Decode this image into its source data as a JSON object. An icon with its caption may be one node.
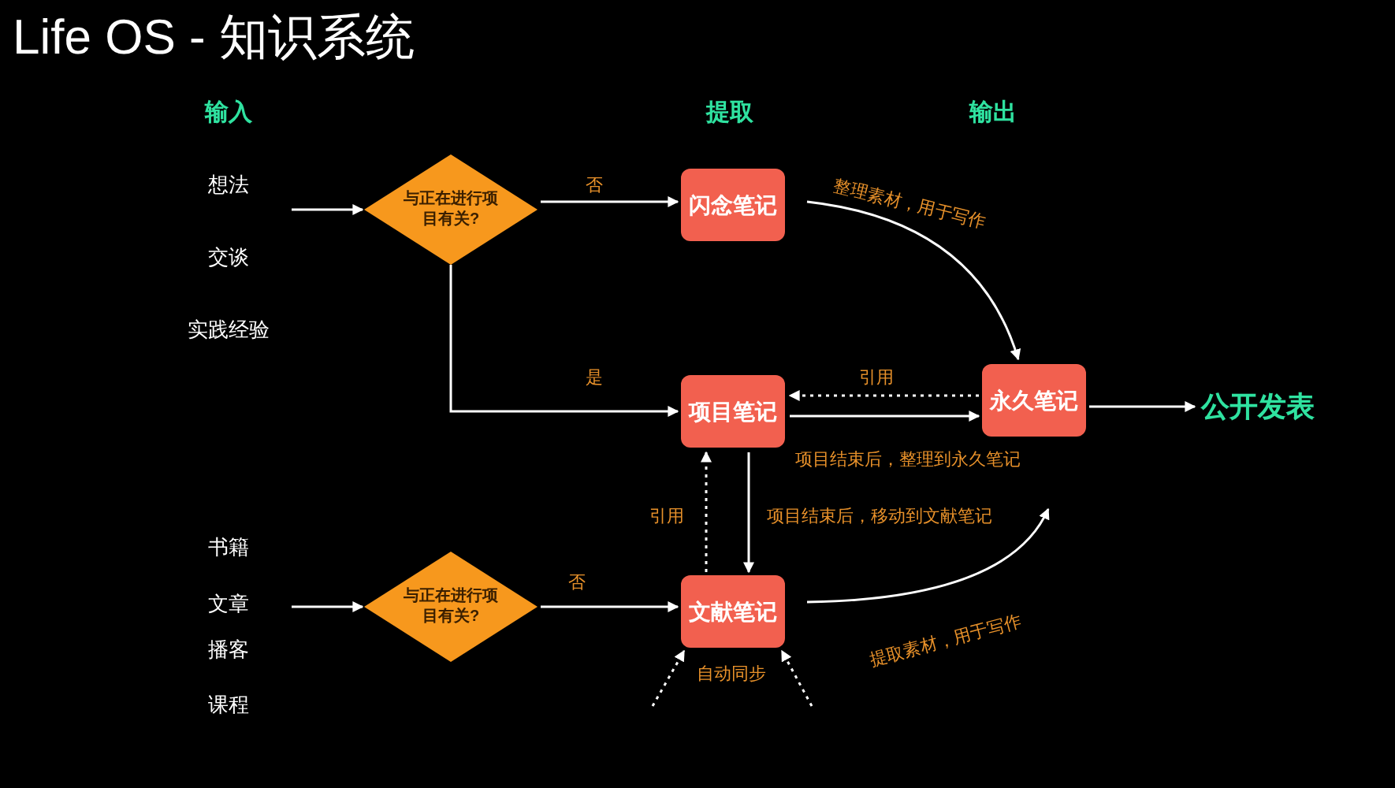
{
  "diagram": {
    "title": "Life OS - 知识系统",
    "nodes": [
      {
        "text": [
          "与正在进行项目有关?"
        ]
      },
      {
        "text": [
          "闪念笔记"
        ]
      },
      {
        "text": [
          "项目笔记"
        ]
      },
      {
        "text": [
          "永久笔记"
        ]
      },
      {
        "text": [
          "公开发表"
        ]
      },
      {
        "text": [
          "与正在进行项目有关?"
        ]
      },
      {
        "text": [
          "文献笔记"
        ]
      }
    ],
    "edges": [
      {
        "from": null,
        "to": 0,
        "arrow": "to"
      },
      {
        "from": 0,
        "to": 1,
        "arrow": "to",
        "label": "否"
      },
      {
        "from": 0,
        "to": 2,
        "arrow": "to",
        "label": "是"
      },
      {
        "from": 1,
        "to": 3,
        "arrow": "to",
        "label": "整理素材，用于写作"
      },
      {
        "from": 3,
        "to": 2,
        "arrow": "to",
        "label": "引用",
        "style": "dashed"
      },
      {
        "from": 2,
        "to": 3,
        "arrow": "to",
        "label": "项目结束后，整理到永久笔记"
      },
      {
        "from": 3,
        "to": 4,
        "arrow": "to"
      },
      {
        "from": null,
        "to": 5,
        "arrow": "to"
      },
      {
        "from": 5,
        "to": 6,
        "arrow": "to",
        "label": "否"
      },
      {
        "from": 6,
        "to": 2,
        "arrow": "to",
        "label": "引用",
        "style": "dashed"
      },
      {
        "from": 2,
        "to": 6,
        "arrow": "to",
        "label": "项目结束后，移动到文献笔记"
      },
      {
        "from": 6,
        "to": null,
        "arrow": "to",
        "label": "提取素材，用于写作"
      },
      {
        "from": null,
        "to": 6,
        "arrow": "to",
        "style": "dashed"
      },
      {
        "from": null,
        "to": 6,
        "arrow": "to",
        "style": "dashed"
      }
    ],
    "labels": [
      "输入",
      "提取",
      "输出",
      "想法",
      "交谈",
      "实践经验",
      "书籍",
      "文章",
      "播客",
      "课程",
      "自动同步"
    ]
  }
}
